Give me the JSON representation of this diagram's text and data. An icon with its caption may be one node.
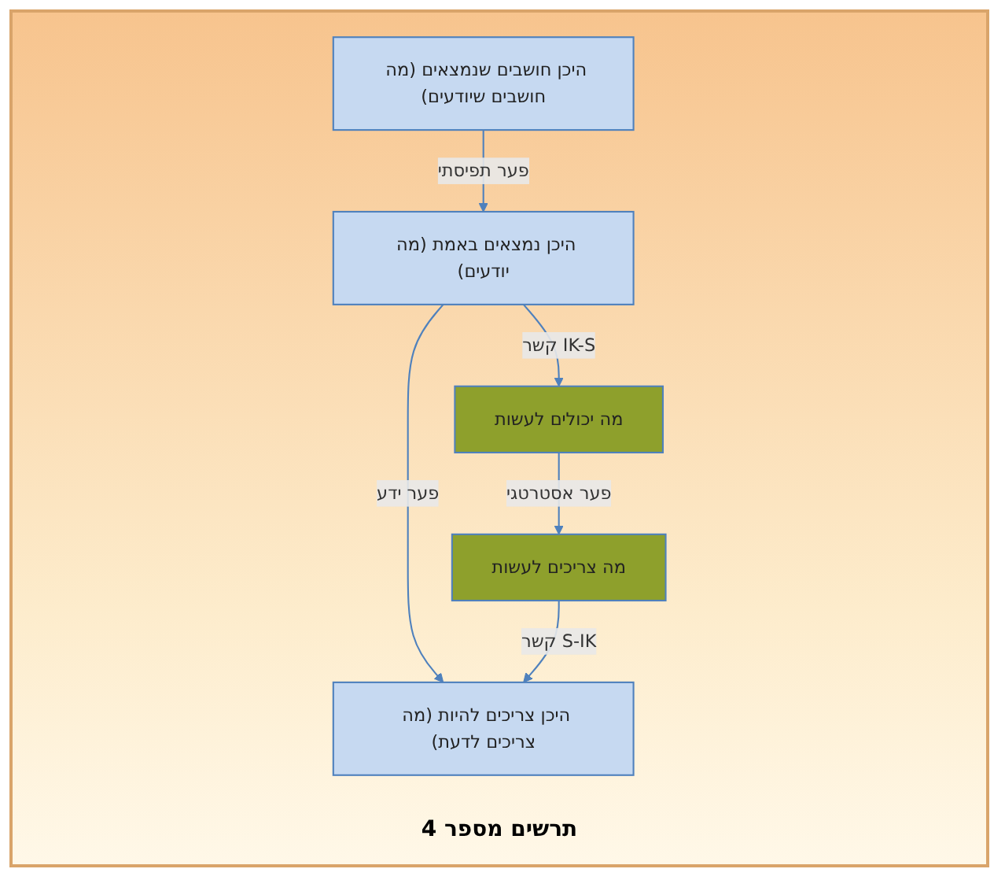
{
  "diagram": {
    "caption": "תרשים מספר 4",
    "nodes": [
      {
        "text": [
          "היכן חושבים שנמצאים (מה חושבים שיודעים)"
        ]
      },
      {
        "text": [
          "היכן נמצאים באמת (מה יודעים)"
        ]
      },
      {
        "text": [
          "היכן צריכים להיות (מה צריכים לדעת)"
        ]
      },
      {
        "text": [
          "מה יכולים לעשות"
        ]
      },
      {
        "text": [
          "מה צריכים לעשות"
        ]
      }
    ],
    "edges": [
      {
        "from": 0,
        "to": 1,
        "arrow": "to",
        "label": "פער תפיסתי"
      },
      {
        "from": 1,
        "to": 2,
        "arrow": "to",
        "label": "פער ידע"
      },
      {
        "from": 1,
        "to": 3,
        "arrow": "to",
        "label": "קשר IK-S"
      },
      {
        "from": 3,
        "to": 4,
        "arrow": "to",
        "label": "פער אסטרטגי"
      },
      {
        "from": 4,
        "to": 2,
        "arrow": "to",
        "label": "קשר S-IK"
      }
    ]
  }
}
